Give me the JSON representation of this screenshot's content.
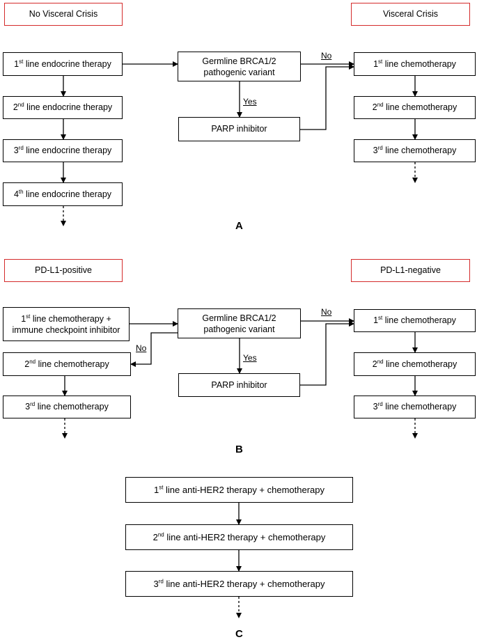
{
  "panel_a": {
    "letter": "A",
    "header_left": "No Visceral Crisis",
    "header_right": "Visceral Crisis",
    "endocrine": [
      {
        "num": "1",
        "sup": "st",
        "text": " line endocrine therapy"
      },
      {
        "num": "2",
        "sup": "nd",
        "text": " line endocrine therapy"
      },
      {
        "num": "3",
        "sup": "rd",
        "text": " line endocrine therapy"
      },
      {
        "num": "4",
        "sup": "th",
        "text": " line endocrine therapy"
      }
    ],
    "brca": {
      "line1": "Germline BRCA1/2",
      "line2": "pathogenic variant"
    },
    "parp": "PARP inhibitor",
    "yes_label": "Yes",
    "no_label": "No",
    "chemo": [
      {
        "num": "1",
        "sup": "st",
        "text": " line chemotherapy"
      },
      {
        "num": "2",
        "sup": "nd",
        "text": " line chemotherapy"
      },
      {
        "num": "3",
        "sup": "rd",
        "text": " line chemotherapy"
      }
    ]
  },
  "panel_b": {
    "letter": "B",
    "header_left": "PD-L1-positive",
    "header_right": "PD-L1-negative",
    "left_first": {
      "num": "1",
      "sup": "st",
      "text": " line chemotherapy +",
      "line2": "immune checkpoint inhibitor"
    },
    "left": [
      {
        "num": "2",
        "sup": "nd",
        "text": " line chemotherapy"
      },
      {
        "num": "3",
        "sup": "rd",
        "text": " line chemotherapy"
      }
    ],
    "brca": {
      "line1": "Germline BRCA1/2",
      "line2": "pathogenic variant"
    },
    "parp": "PARP inhibitor",
    "yes_label": "Yes",
    "no_label_left": "No",
    "no_label_right": "No",
    "chemo": [
      {
        "num": "1",
        "sup": "st",
        "text": " line chemotherapy"
      },
      {
        "num": "2",
        "sup": "nd",
        "text": " line chemotherapy"
      },
      {
        "num": "3",
        "sup": "rd",
        "text": " line chemotherapy"
      }
    ]
  },
  "panel_c": {
    "letter": "C",
    "her2": [
      {
        "num": "1",
        "sup": "st",
        "text": " line anti-HER2 therapy + chemotherapy"
      },
      {
        "num": "2",
        "sup": "nd",
        "text": " line anti-HER2 therapy + chemotherapy"
      },
      {
        "num": "3",
        "sup": "rd",
        "text": " line anti-HER2 therapy + chemotherapy"
      }
    ]
  }
}
